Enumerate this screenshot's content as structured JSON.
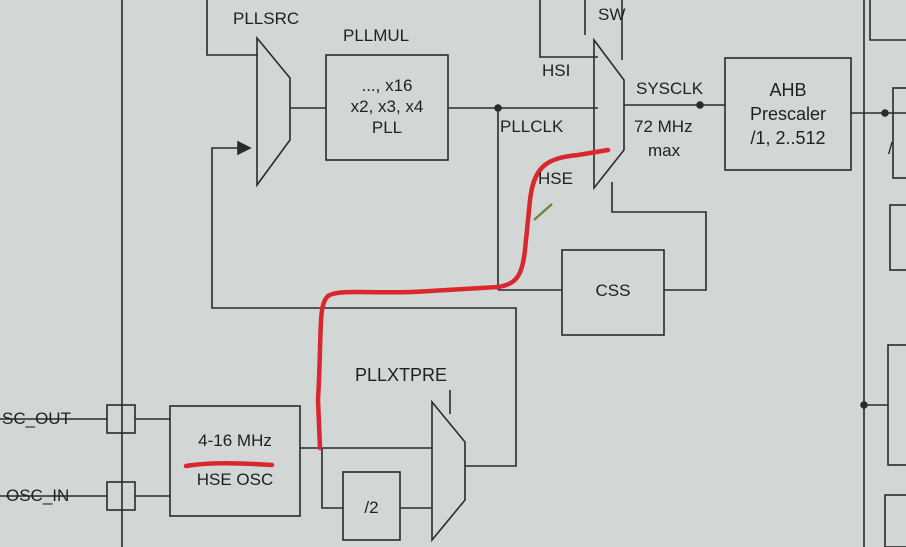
{
  "diagram": {
    "labels": {
      "pllsrc": "PLLSRC",
      "pllmul": "PLLMUL",
      "pll_line1": "..., x16",
      "pll_line2": "x2, x3, x4",
      "pll_line3": "PLL",
      "sw": "SW",
      "hsi": "HSI",
      "pllclk": "PLLCLK",
      "hse": "HSE",
      "sysclk": "SYSCLK",
      "freq": "72 MHz",
      "max": "max",
      "ahb_line1": "AHB",
      "ahb_line2": "Prescaler",
      "ahb_line3": "/1, 2..512",
      "css": "CSS",
      "pllxtpre": "PLLXTPRE",
      "osc_range": "4-16 MHz",
      "osc_name": "HSE OSC",
      "div2": "/2",
      "osc_out": "SC_OUT",
      "osc_in": "OSC_IN"
    },
    "colors": {
      "background": "#d2d6d5",
      "line": "#2a2a30",
      "highlight": "#d8282e",
      "check": "#6c8a3a"
    }
  }
}
